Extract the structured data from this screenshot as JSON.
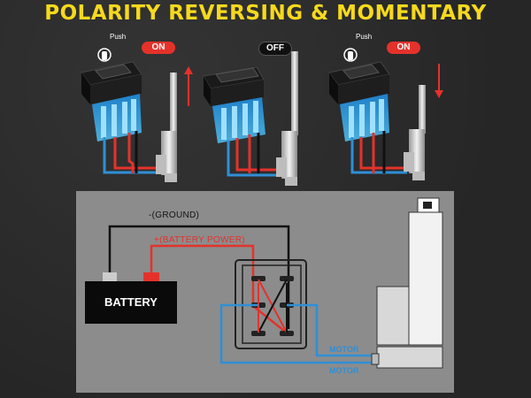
{
  "title": "POLARITY REVERSING & MOMENTARY",
  "states": [
    {
      "push_label": "Push",
      "status": "ON"
    },
    {
      "status": "OFF"
    },
    {
      "push_label": "Push",
      "status": "ON"
    }
  ],
  "wiring": {
    "ground_label": "-(GROUND)",
    "power_label": "+(BATTERY POWER)",
    "battery_label": "BATTERY",
    "motor_labels": [
      "MOTOR",
      "MOTOR"
    ]
  },
  "colors": {
    "title": "#f7d91c",
    "on": "#e4322b",
    "wire_positive": "#e4322b",
    "wire_negative": "#111111",
    "wire_motor": "#2f8fd6",
    "panel": "#8c8c8c"
  },
  "icons": [
    "hand-push-icon",
    "arrow-up-icon",
    "arrow-down-icon"
  ]
}
